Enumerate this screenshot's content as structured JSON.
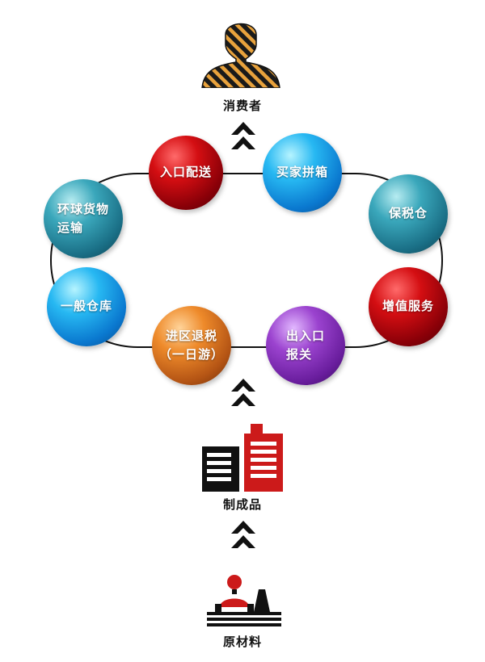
{
  "labels": {
    "consumer": "消费者",
    "finished_goods": "制成品",
    "raw_materials": "原材料"
  },
  "services": {
    "import_delivery": "入口配送",
    "buyer_consolidation": "买家拼箱",
    "bonded_warehouse": "保税仓",
    "value_added": "增值服务",
    "import_export_clearance": "出入口\n报关",
    "tax_refund": "进区退税\n（一日游）",
    "general_warehouse": "一般仓库",
    "global_freight": "环球货物\n运输"
  },
  "colors": {
    "red": "#b3000a",
    "blue": "#1a98e6",
    "teal": "#2a8ca3",
    "orange": "#dd7422",
    "purple": "#8230b8",
    "icon_black": "#111111",
    "icon_red": "#cc1a1a",
    "consumer_stripe": "#e8a23c"
  },
  "icons": {
    "consumer": "person-silhouette-icon",
    "finished_goods": "factory-buildings-icon",
    "raw_materials": "raw-materials-icon",
    "flow_arrow": "double-chevron-up-icon"
  }
}
